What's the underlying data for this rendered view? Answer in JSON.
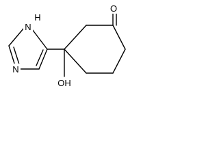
{
  "molecule": {
    "atoms": {
      "nh": "N",
      "h": "H",
      "n": "N",
      "o_ketone": "O",
      "oh": "OH"
    }
  }
}
